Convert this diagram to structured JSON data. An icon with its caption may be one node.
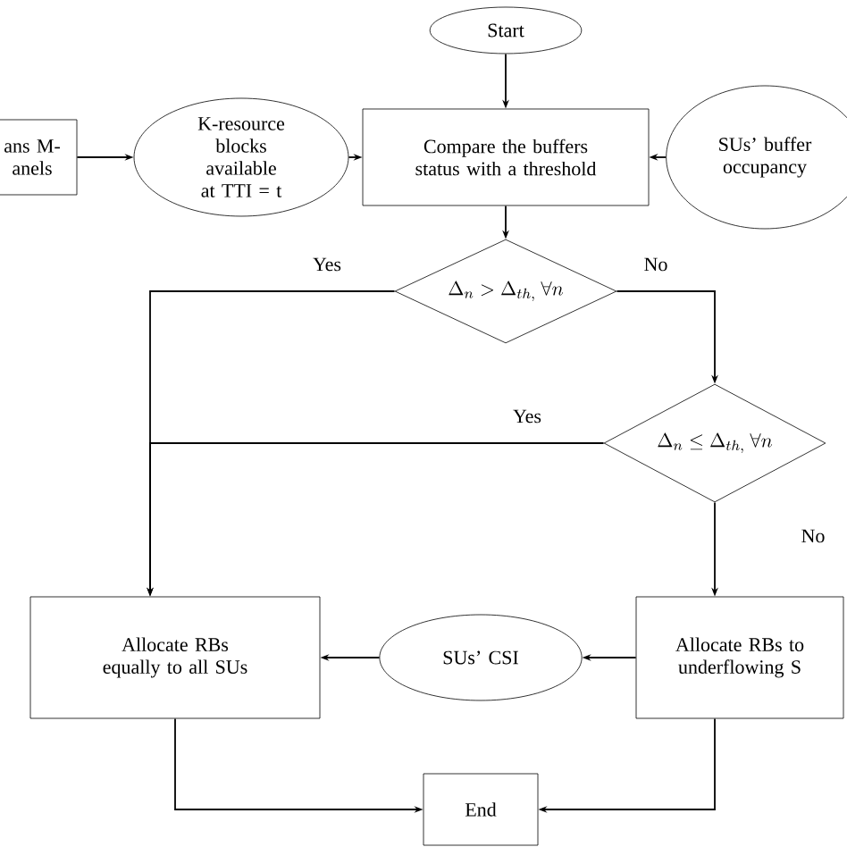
{
  "diagram": {
    "nodes": [
      {
        "text": [
          "Start"
        ]
      },
      {
        "text": [
          "ans M- anels"
        ]
      },
      {
        "text": [
          "K-resource blocks available at TTI = t"
        ]
      },
      {
        "text": [
          "Compare the buffers status with a threshold"
        ]
      },
      {
        "text": [
          "SUs’ buffer occupancy"
        ]
      },
      {
        "text": [
          "\\Delta_n > \\Delta_{th,}\\ \\forall n"
        ]
      },
      {
        "text": [
          "\\Delta_n \\leq \\Delta_{th,}\\ \\forall n"
        ]
      },
      {
        "text": [
          "Allocate RBs equally to all SUs"
        ]
      },
      {
        "text": [
          "SUs’ CSI"
        ]
      },
      {
        "text": [
          "Allocate RBs to underflowing S"
        ]
      },
      {
        "text": [
          "End"
        ]
      }
    ],
    "edges": [
      {
        "from": 0,
        "to": 3,
        "arrow": "to"
      },
      {
        "from": 1,
        "to": 2,
        "arrow": "to"
      },
      {
        "from": 2,
        "to": 3,
        "arrow": "to"
      },
      {
        "from": 4,
        "to": 3,
        "arrow": "to"
      },
      {
        "from": 3,
        "to": 5,
        "arrow": "to"
      },
      {
        "from": 5,
        "to": 7,
        "arrow": "to",
        "label": "Yes"
      },
      {
        "from": 5,
        "to": 6,
        "arrow": "to",
        "label": "No"
      },
      {
        "from": 6,
        "to": 7,
        "arrow": "to",
        "label": "Yes"
      },
      {
        "from": 6,
        "to": 9,
        "arrow": "to",
        "label": "No"
      },
      {
        "from": 9,
        "to": 8,
        "arrow": "to"
      },
      {
        "from": 8,
        "to": 7,
        "arrow": "to"
      },
      {
        "from": 7,
        "to": 10,
        "arrow": "to"
      },
      {
        "from": 9,
        "to": 10,
        "arrow": "to"
      }
    ]
  }
}
